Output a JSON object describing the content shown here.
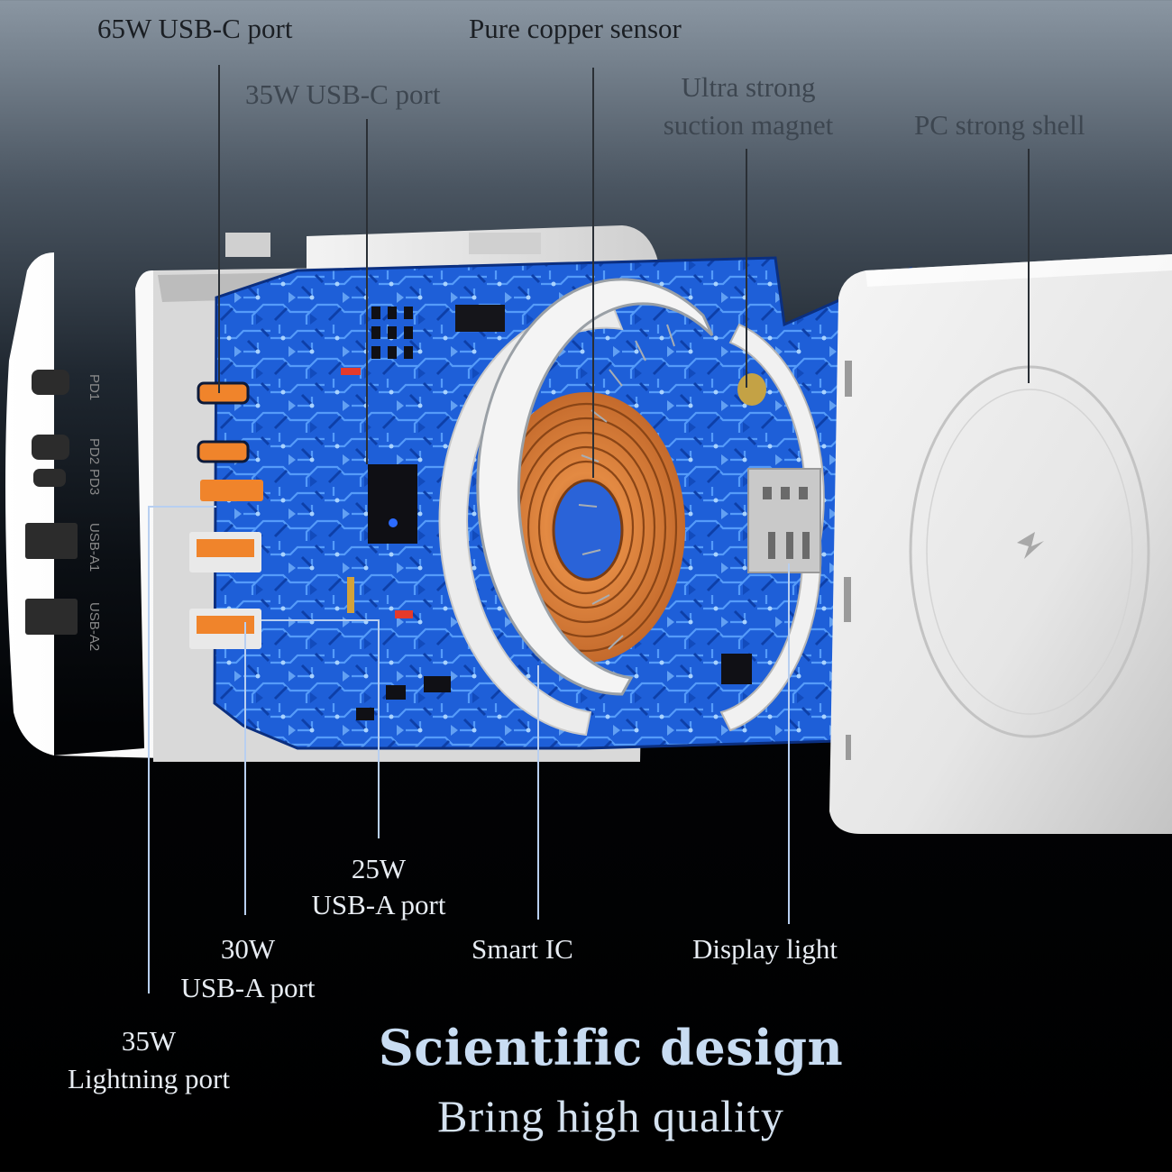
{
  "labels": {
    "usb_c_65w": "65W USB-C port",
    "pure_copper_sensor": "Pure copper sensor",
    "usb_c_35w": "35W USB-C port",
    "magnet_line1": "Ultra strong",
    "magnet_line2": "suction magnet",
    "pc_shell": "PC strong shell",
    "usb_a_25w_line1": "25W",
    "usb_a_25w_line2": "USB-A port",
    "smart_ic": "Smart IC",
    "display_light": "Display light",
    "usb_a_30w_line1": "30W",
    "usb_a_30w_line2": "USB-A port",
    "lightning_line1": "35W",
    "lightning_line2": "Lightning port"
  },
  "port_markings": [
    "PD1",
    "PD2",
    "PD3",
    "USB-A1",
    "USB-A2"
  ],
  "heading": "Scientific design",
  "subheading": "Bring high quality",
  "colors": {
    "pcb_blue": "#1e5fd8",
    "pcb_highlight": "#5fa6ff",
    "copper_coil": "#d9803a",
    "port_orange": "#f0842b",
    "shell_white": "#eeeeee",
    "heading": "#c8dcf2"
  },
  "icons": [
    "lightning-bolt-icon"
  ]
}
